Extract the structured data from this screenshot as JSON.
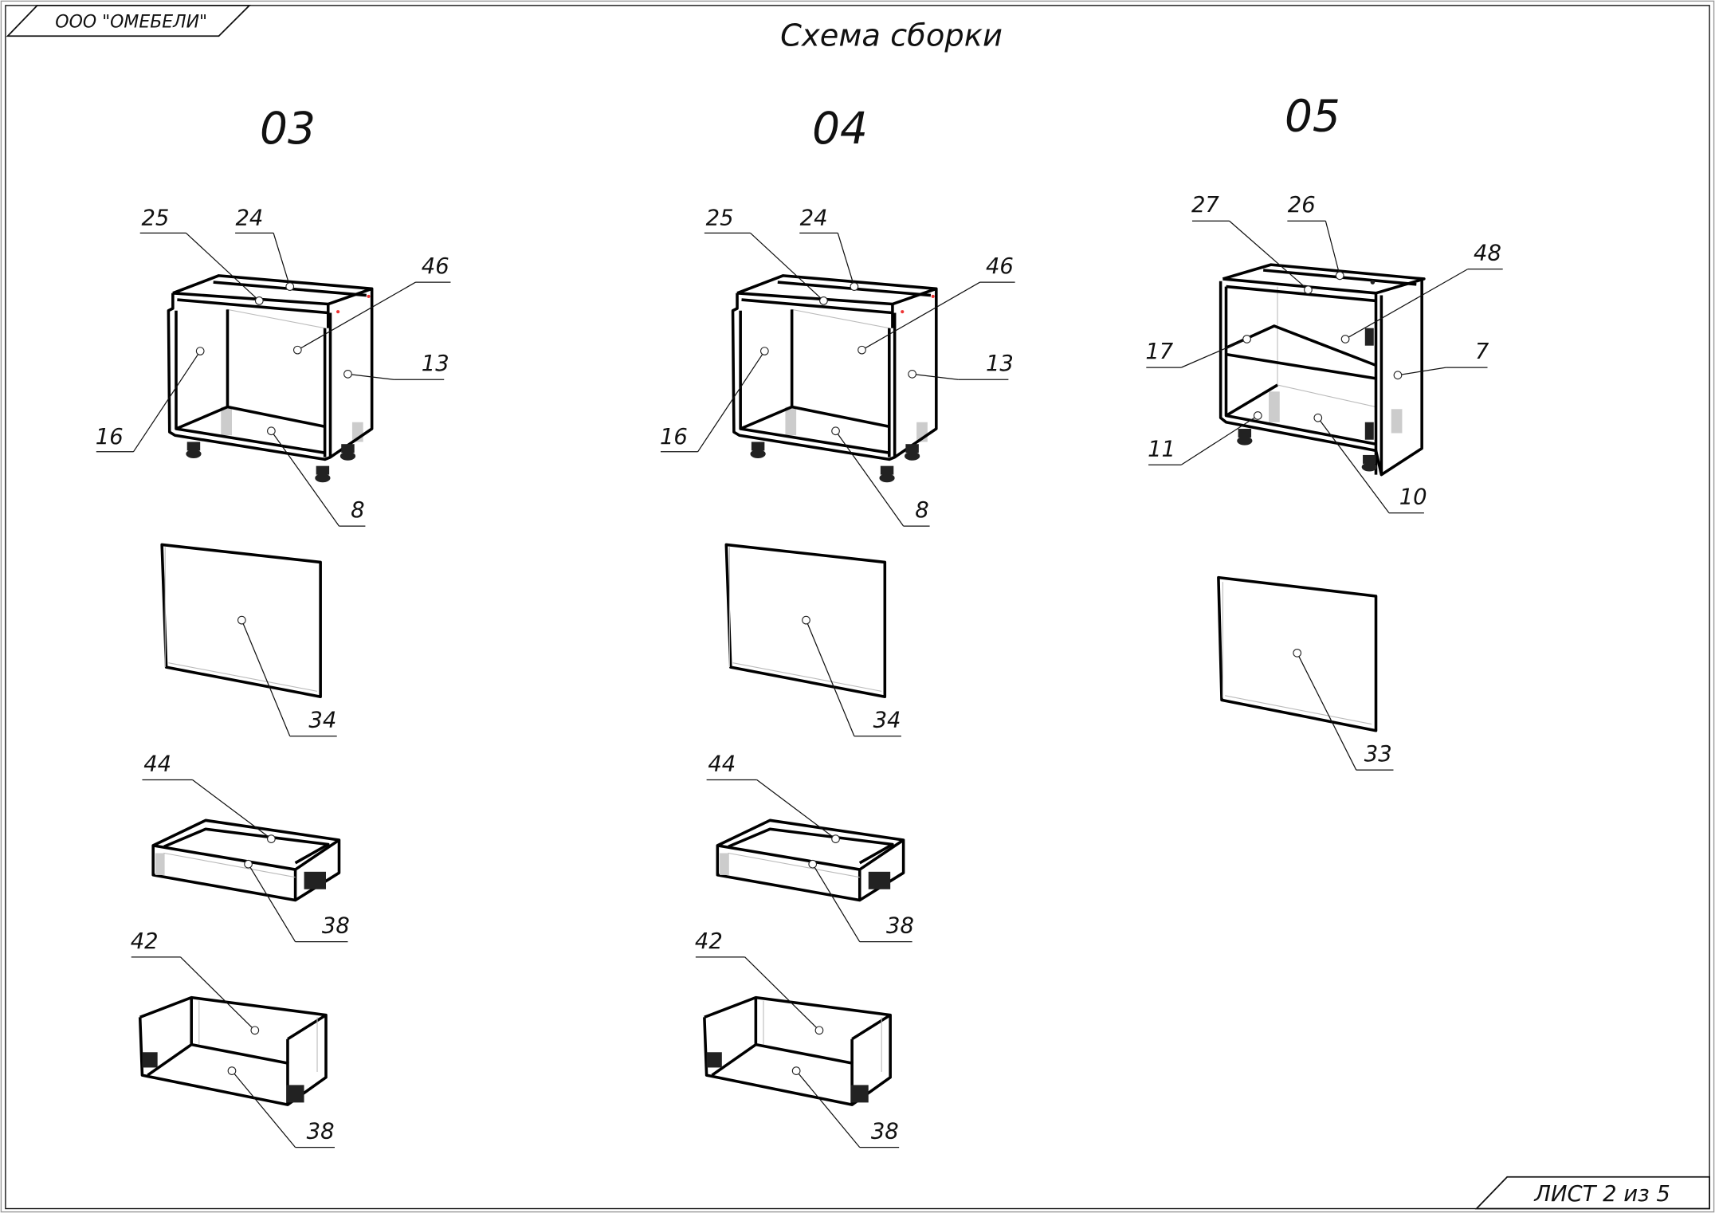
{
  "header": {
    "company": "ООО \"ОМЕБЕЛИ\"",
    "title": "Схема сборки"
  },
  "footer": {
    "sheet": "ЛИСТ 2 из 5"
  },
  "modules": [
    {
      "id": "03",
      "callouts": [
        "25",
        "24",
        "46",
        "13",
        "16",
        "8",
        "34",
        "44",
        "38",
        "42",
        "38"
      ]
    },
    {
      "id": "04",
      "callouts": [
        "25",
        "24",
        "46",
        "13",
        "16",
        "8",
        "34",
        "44",
        "38",
        "42",
        "38"
      ]
    },
    {
      "id": "05",
      "callouts": [
        "27",
        "26",
        "48",
        "17",
        "7",
        "11",
        "10",
        "33"
      ]
    }
  ]
}
